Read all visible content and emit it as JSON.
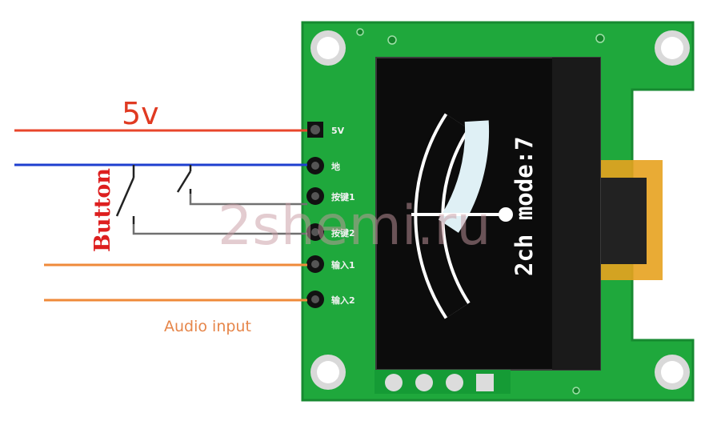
{
  "labels": {
    "supply": "5v",
    "button": "Button",
    "audio_input": "Audio input"
  },
  "pins": [
    "5V",
    "地",
    "按键1",
    "按键2",
    "输入1",
    "输入2"
  ],
  "oled": {
    "text": "2ch mode:7",
    "needle_level": 0.5,
    "meter_fill_fraction": 0.55
  },
  "watermark": "2shemi.ru",
  "colors": {
    "wire_5v": "#e8452b",
    "wire_gnd": "#1e3fcf",
    "wire_button": "#707070",
    "wire_audio": "#ef8a3a",
    "pcb": "#1fa83c",
    "pcb_dark": "#15872c",
    "oled_glass": "#0c0c0c"
  }
}
